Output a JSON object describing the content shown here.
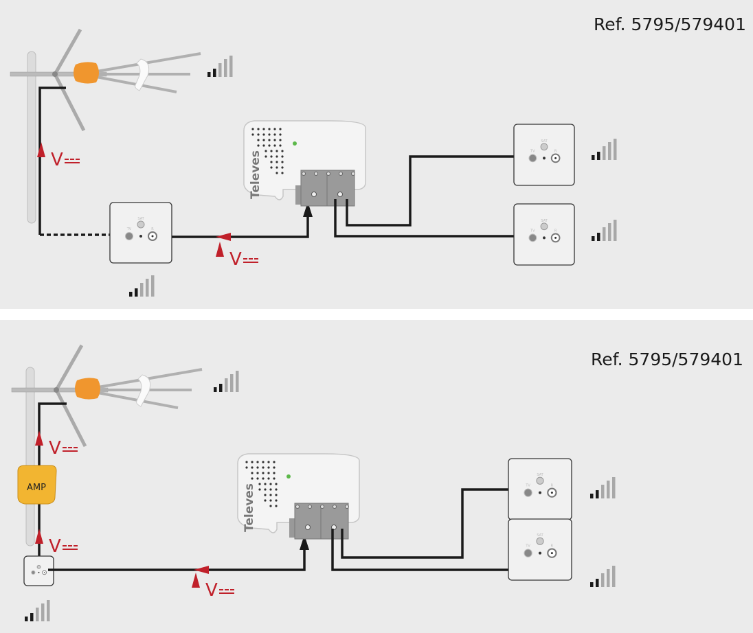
{
  "panels": [
    {
      "ref": "Ref. 5795/579401",
      "amplifier_label": ""
    },
    {
      "ref": "Ref. 5795/579401",
      "amplifier_label": "AMP"
    }
  ],
  "voltage_label": "V",
  "socket_labels": {
    "sat": "SAT",
    "tv": "TV",
    "radio": "R"
  },
  "brand": "Televes",
  "colors": {
    "background": "#ebebeb",
    "cable": "#1a1a1a",
    "voltage": "#c0202a",
    "antenna_dome": "#f0962e",
    "amplifier": "#f2b531",
    "signal_weak": "#1a1a1a",
    "signal_strong": "#a8a8a8"
  }
}
